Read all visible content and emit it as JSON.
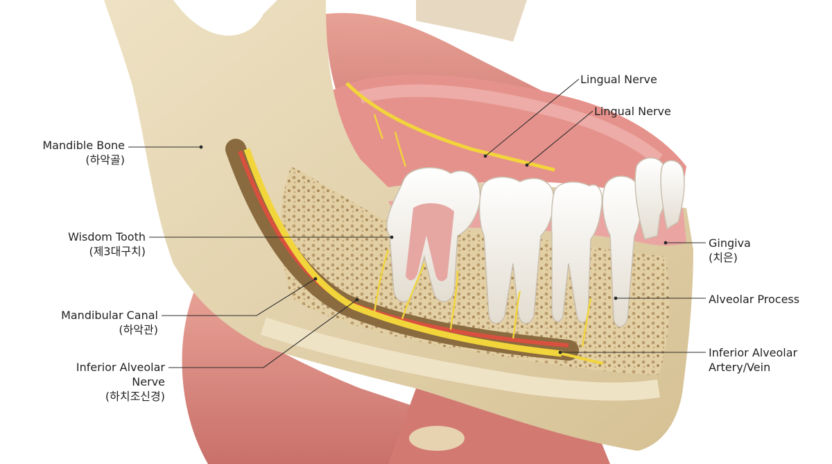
{
  "labels": {
    "lingual_nerve_1": {
      "line1": "Lingual Nerve"
    },
    "lingual_nerve_2": {
      "line1": "Lingual Nerve"
    },
    "mandible_bone": {
      "line1": "Mandible Bone",
      "line2": "(하악골)"
    },
    "wisdom_tooth": {
      "line1": "Wisdom Tooth",
      "line2": "(제3대구치)"
    },
    "mandibular_canal": {
      "line1": "Mandibular Canal",
      "line2": "(하악관)"
    },
    "inferior_alveolar_nerve": {
      "line1": "Inferior Alveolar",
      "line2": "Nerve",
      "line3": "(하치조신경)"
    },
    "gingiva": {
      "line1": "Gingiva",
      "line2": "(치은)"
    },
    "alveolar_process": {
      "line1": "Alveolar Process"
    },
    "inferior_alveolar_artery_vein": {
      "line1": "Inferior Alveolar",
      "line2": "Artery/Vein"
    }
  },
  "colors": {
    "bone": "#e6d7b5",
    "bone_shadow": "#c9b48a",
    "muscle": "#d98a80",
    "muscle_dark": "#b85e55",
    "gum": "#e9a3a0",
    "tooth": "#f3f0ea",
    "nerve": "#f2d53b",
    "artery": "#d9503f",
    "spongy": "#d2b98c"
  }
}
